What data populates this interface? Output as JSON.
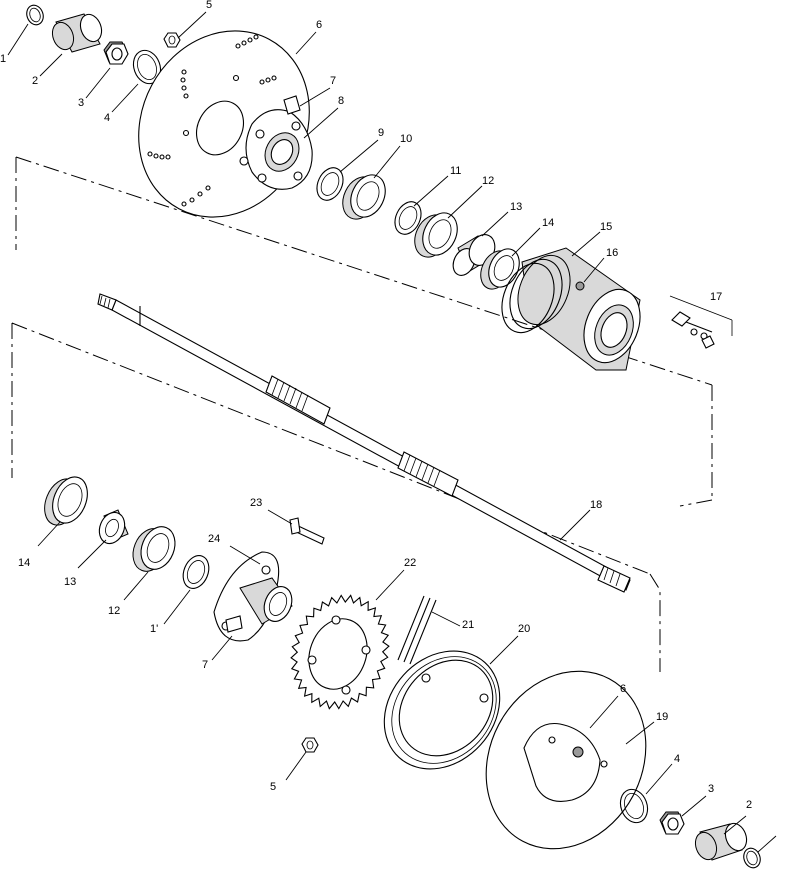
{
  "callouts": [
    {
      "id": "c1a",
      "text": "1"
    },
    {
      "id": "c2a",
      "text": "2"
    },
    {
      "id": "c3a",
      "text": "3"
    },
    {
      "id": "c4a",
      "text": "4"
    },
    {
      "id": "c5a",
      "text": "5"
    },
    {
      "id": "c6",
      "text": "6"
    },
    {
      "id": "c7a",
      "text": "7"
    },
    {
      "id": "c8",
      "text": "8"
    },
    {
      "id": "c9",
      "text": "9"
    },
    {
      "id": "c10",
      "text": "10"
    },
    {
      "id": "c11a",
      "text": "11"
    },
    {
      "id": "c12a",
      "text": "12"
    },
    {
      "id": "c13a",
      "text": "13"
    },
    {
      "id": "c14a",
      "text": "14"
    },
    {
      "id": "c15",
      "text": "15"
    },
    {
      "id": "c16",
      "text": "16"
    },
    {
      "id": "c17",
      "text": "17"
    },
    {
      "id": "c18",
      "text": "18"
    },
    {
      "id": "c23",
      "text": "23"
    },
    {
      "id": "c24",
      "text": "24"
    },
    {
      "id": "c22",
      "text": "22"
    },
    {
      "id": "c21",
      "text": "21"
    },
    {
      "id": "c20",
      "text": "20"
    },
    {
      "id": "c14b",
      "text": "14"
    },
    {
      "id": "c13b",
      "text": "13"
    },
    {
      "id": "c12b",
      "text": "12"
    },
    {
      "id": "c11b",
      "text": "1'"
    },
    {
      "id": "c7b",
      "text": "7"
    },
    {
      "id": "c5b",
      "text": "5"
    },
    {
      "id": "c6b",
      "text": "6"
    },
    {
      "id": "c19",
      "text": "19"
    },
    {
      "id": "c4b",
      "text": "4"
    },
    {
      "id": "c3b",
      "text": "3"
    },
    {
      "id": "c2b",
      "text": "2"
    }
  ]
}
